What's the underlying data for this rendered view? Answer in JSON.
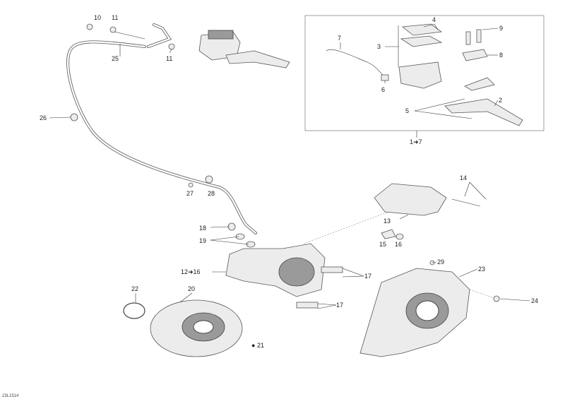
{
  "diagram_code": "23L1514",
  "callouts": {
    "c10": "10",
    "c11a": "11",
    "c11b": "11",
    "c25": "25",
    "c26": "26",
    "c27": "27",
    "c28": "28",
    "c18": "18",
    "c19": "19",
    "c12_16": "12➜16",
    "c17a": "17",
    "c17b": "17",
    "c22": "22",
    "c20": "20",
    "c21": "21",
    "c15": "15",
    "c16": "16",
    "c13": "13",
    "c14": "14",
    "c29": "29",
    "c23": "23",
    "c24": "24",
    "c7": "7",
    "c4": "4",
    "c9": "9",
    "c3": "3",
    "c8": "8",
    "c6": "6",
    "c5": "5",
    "c2": "2",
    "c1_7": "1➜7"
  }
}
